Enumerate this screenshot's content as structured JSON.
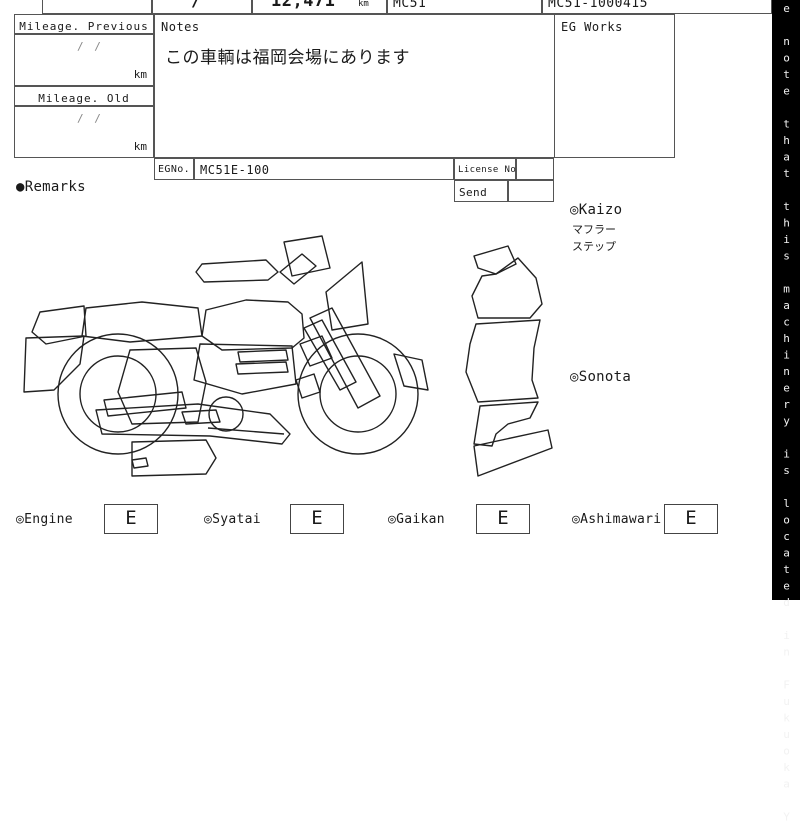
{
  "document": {
    "type": "japanese-vehicle-auction-inspection-sheet",
    "top_row": {
      "blank_cell": "",
      "date_slash": "/",
      "mileage_value": "12,471",
      "mileage_unit": "km",
      "model_code": "MC51",
      "frame_number": "MC51-1000415"
    },
    "mileage_previous": {
      "label": "Mileage. Previous",
      "date_placeholder": "/   /",
      "unit": "km",
      "value": ""
    },
    "mileage_old": {
      "label": "Mileage. Old",
      "date_placeholder": "/   /",
      "unit": "km",
      "value": ""
    },
    "notes": {
      "label": "Notes",
      "text": "この車輌は福岡会場にあります"
    },
    "eg_works": {
      "label": "EG Works",
      "value": ""
    },
    "engine_number": {
      "label": "EGNo.",
      "value": "MC51E-100"
    },
    "license": {
      "label": "License No.",
      "value": "",
      "send_label": "Send",
      "send_value": ""
    },
    "remarks": {
      "label": "●Remarks"
    },
    "kaizo": {
      "label": "◎Kaizo",
      "items": [
        "マフラー",
        "ステップ"
      ]
    },
    "sonota": {
      "label": "◎Sonota",
      "items": []
    },
    "grades": [
      {
        "name": "◎Engine",
        "grade": "E"
      },
      {
        "name": "◎Syatai",
        "grade": "E"
      },
      {
        "name": "◎Gaikan",
        "grade": "E"
      },
      {
        "name": "◎Ashimawari",
        "grade": "E"
      }
    ],
    "side_strip": {
      "text": "e note that this machinery is located in Fukuoka Y"
    },
    "diagrams": {
      "motorcycle_side_view": "motorcycle-line-drawing",
      "contour_view": "body-contour-line-drawing"
    },
    "colors": {
      "rule": "#555555",
      "text": "#1a1a1a",
      "strip_background": "#000000",
      "strip_text": "#f2f2f2",
      "page_background": "#ffffff"
    }
  }
}
